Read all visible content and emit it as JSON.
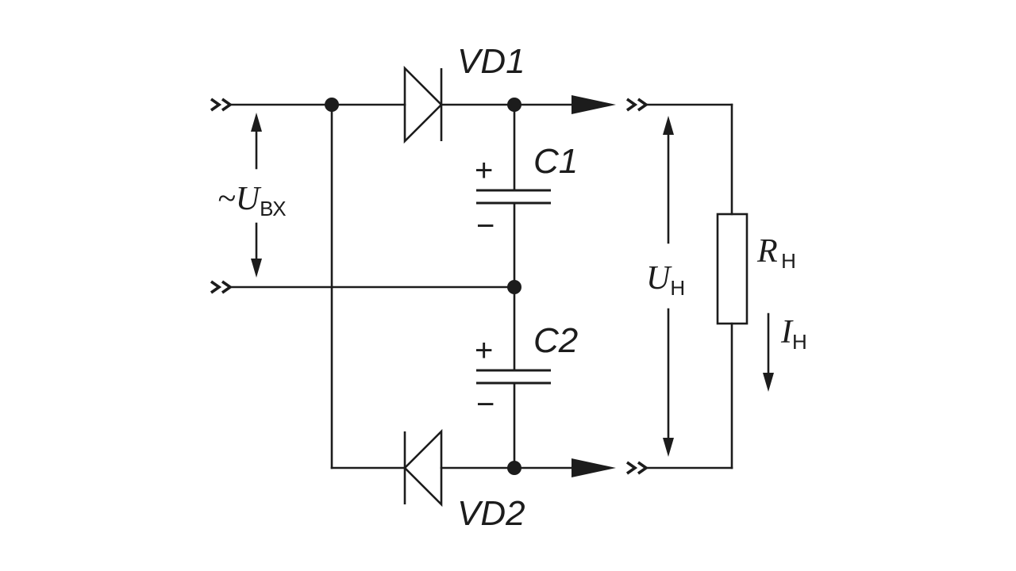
{
  "diagram": {
    "diode_top": {
      "label": "VD1"
    },
    "diode_bottom": {
      "label": "VD2"
    },
    "cap_top": {
      "label": "C1",
      "plus": "+",
      "minus": "−"
    },
    "cap_bottom": {
      "label": "C2",
      "plus": "+",
      "minus": "−"
    },
    "input_voltage": {
      "prefix": "~",
      "symbol": "U",
      "subscript": "ВХ"
    },
    "load_voltage": {
      "symbol": "U",
      "subscript": "Н"
    },
    "load_resistor": {
      "symbol": "R",
      "subscript": "Н"
    },
    "load_current": {
      "symbol": "I",
      "subscript": "Н"
    }
  },
  "colors": {
    "ink": "#1c1c1c",
    "background": "#ffffff"
  }
}
